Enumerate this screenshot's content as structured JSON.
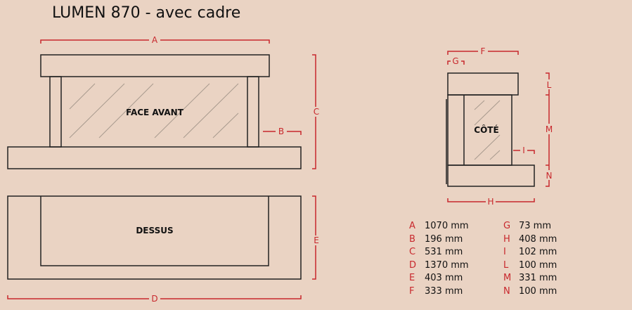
{
  "title": "LUMEN 870 - avec cadre",
  "views": {
    "front": "FACE AVANT",
    "top": "DESSUS",
    "side": "CÔTÉ"
  },
  "dimension_letters": {
    "A": "A",
    "B": "B",
    "C": "C",
    "D": "D",
    "E": "E",
    "F": "F",
    "G": "G",
    "H": "H",
    "I": "I",
    "L": "L",
    "M": "M",
    "N": "N"
  },
  "legend": [
    {
      "left": {
        "k": "A",
        "v": "1070 mm"
      },
      "right": {
        "k": "G",
        "v": "73 mm"
      }
    },
    {
      "left": {
        "k": "B",
        "v": "196 mm"
      },
      "right": {
        "k": "H",
        "v": "408 mm"
      }
    },
    {
      "left": {
        "k": "C",
        "v": "531 mm"
      },
      "right": {
        "k": "I",
        "v": "102 mm"
      }
    },
    {
      "left": {
        "k": "D",
        "v": "1370 mm"
      },
      "right": {
        "k": "L",
        "v": "100 mm"
      }
    },
    {
      "left": {
        "k": "E",
        "v": "403 mm"
      },
      "right": {
        "k": "M",
        "v": "331 mm"
      }
    },
    {
      "left": {
        "k": "F",
        "v": "333 mm"
      },
      "right": {
        "k": "N",
        "v": "100 mm"
      }
    }
  ],
  "colors": {
    "dimension": "#c8282d",
    "background": "#ead3c3"
  }
}
